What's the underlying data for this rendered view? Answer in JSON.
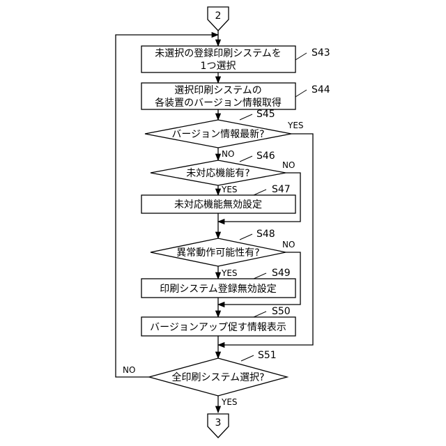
{
  "connectors": {
    "top": "2",
    "bottom": "3"
  },
  "steps": {
    "s43": {
      "id": "S43",
      "lines": [
        "未選択の登録印刷システムを",
        "1つ選択"
      ]
    },
    "s44": {
      "id": "S44",
      "lines": [
        "選択印刷システムの",
        "各装置のバージョン情報取得"
      ]
    },
    "s45": {
      "id": "S45",
      "text": "バージョン情報最新?",
      "yes": "YES",
      "no": "NO"
    },
    "s46": {
      "id": "S46",
      "text": "未対応機能有?",
      "yes": "YES",
      "no": "NO"
    },
    "s47": {
      "id": "S47",
      "text": "未対応機能無効設定"
    },
    "s48": {
      "id": "S48",
      "text": "異常動作可能性有?",
      "yes": "YES",
      "no": "NO"
    },
    "s49": {
      "id": "S49",
      "text": "印刷システム登録無効設定"
    },
    "s50": {
      "id": "S50",
      "text": "バージョンアップ促す情報表示"
    },
    "s51": {
      "id": "S51",
      "text": "全印刷システム選択?",
      "yes": "YES",
      "no": "NO"
    }
  }
}
